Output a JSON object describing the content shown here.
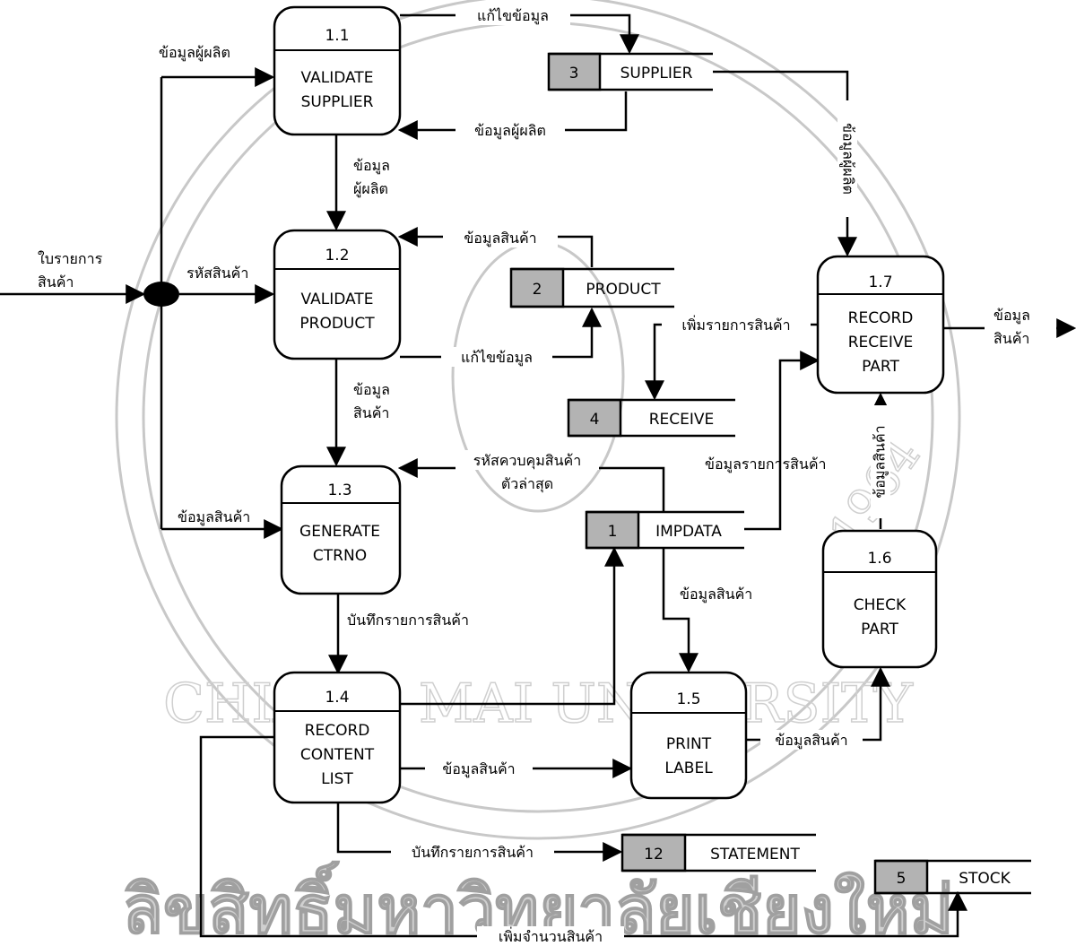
{
  "watermark": {
    "university": "CHIANG MAI UNIVERSITY",
    "year": "1964",
    "footer_text": "ลิขสิทธิ์มหาวิทยาลัยเชียงใหม่"
  },
  "colors": {
    "ink": "#000000",
    "store_id_fill": "#b3b3b3",
    "watermark": "#c8c8c8"
  },
  "processes": [
    {
      "id": "1.1",
      "lines": [
        "VALIDATE",
        "SUPPLIER"
      ]
    },
    {
      "id": "1.2",
      "lines": [
        "VALIDATE",
        "PRODUCT"
      ]
    },
    {
      "id": "1.3",
      "lines": [
        "GENERATE",
        "CTRNO"
      ]
    },
    {
      "id": "1.4",
      "lines": [
        "RECORD",
        "CONTENT",
        "LIST"
      ]
    },
    {
      "id": "1.5",
      "lines": [
        "PRINT",
        "LABEL"
      ]
    },
    {
      "id": "1.6",
      "lines": [
        "CHECK",
        "PART"
      ]
    },
    {
      "id": "1.7",
      "lines": [
        "RECORD",
        "RECEIVE",
        "PART"
      ]
    }
  ],
  "stores": [
    {
      "id": "3",
      "name": "SUPPLIER"
    },
    {
      "id": "2",
      "name": "PRODUCT"
    },
    {
      "id": "4",
      "name": "RECEIVE"
    },
    {
      "id": "1",
      "name": "IMPDATA"
    },
    {
      "id": "12",
      "name": "STATEMENT"
    },
    {
      "id": "5",
      "name": "STOCK"
    }
  ],
  "flows": {
    "input_doc": [
      "ใบรายการ",
      "สินค้า"
    ],
    "to_11": "ข้อมูลผู้ผลิต",
    "to_12": "รหัสสินค้า",
    "to_13": "ข้อมูลสินค้า",
    "edit_supplier": "แก้ไขข้อมูล",
    "supplier_back": "ข้อมูลผู้ผลิต",
    "supplier_to_17": "ข้อมูลผู้ผลิต",
    "s11_to_12": [
      "ข้อมูล",
      "ผู้ผลิต"
    ],
    "product_to_12": "ข้อมูลสินค้า",
    "edit_product": "แก้ไขข้อมูล",
    "add_receive": "เพิ่มรายการสินค้า",
    "s12_to_13": [
      "ข้อมูล",
      "สินค้า"
    ],
    "last_ctr": [
      "รหัสควบคุมสินค้า",
      "ตัวล่าสุด"
    ],
    "item_info": "ข้อมูลรายการสินค้า",
    "impdata_to_15": "ข้อมูลสินค้า",
    "s13_to_14": "บันทึกรายการสินค้า",
    "s14_to_15": "ข้อมูลสินค้า",
    "s15_to_16": "ข้อมูลสินค้า",
    "s16_to_17": "ข้อมูลสินค้า",
    "output": [
      "ข้อมูล",
      "สินค้า"
    ],
    "to_statement": "บันทึกรายการสินค้า",
    "to_stock": "เพิ่มจำนวนสินค้า"
  }
}
